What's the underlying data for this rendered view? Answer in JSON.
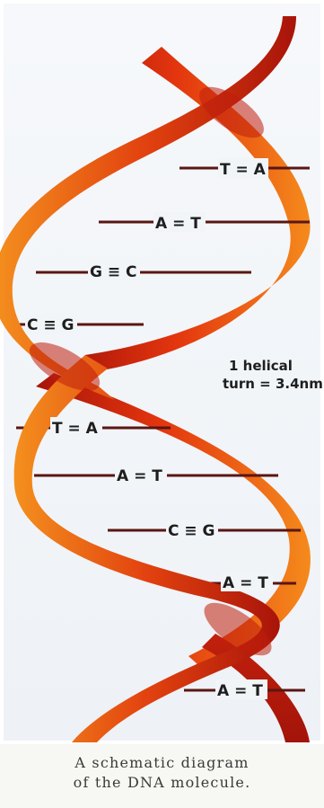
{
  "diagram": {
    "base_pairs": [
      {
        "label": "T = A"
      },
      {
        "label": "A = T"
      },
      {
        "label": "G ≡ C"
      },
      {
        "label": "C ≡ G"
      },
      {
        "label": "T = A"
      },
      {
        "label": "A = T"
      },
      {
        "label": "C ≡ G"
      },
      {
        "label": "A = T"
      },
      {
        "label": "A = T"
      }
    ],
    "turn_label_line1": "1 helical",
    "turn_label_line2": "turn = 3.4nm",
    "colors": {
      "strand_dark": "#b3180c",
      "strand_mid": "#e2380f",
      "strand_light": "#f7921e",
      "rung": "#5a1612"
    }
  },
  "caption": {
    "line1": "A schematic diagram",
    "line2": "of the DNA molecule."
  }
}
